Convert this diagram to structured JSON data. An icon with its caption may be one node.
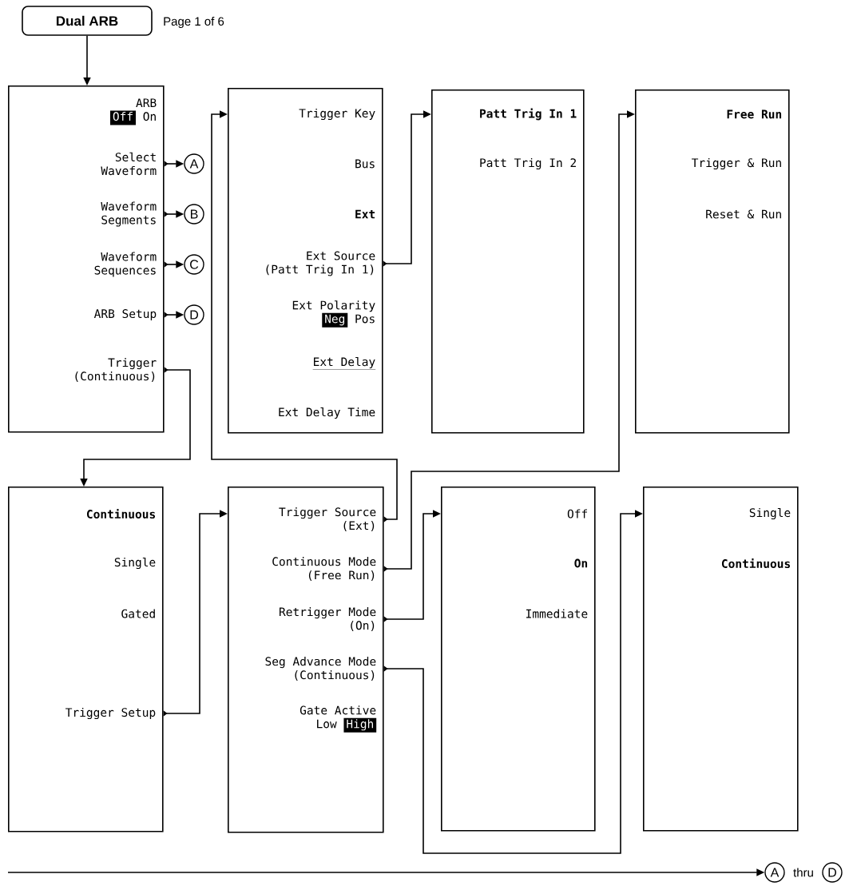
{
  "diagram": {
    "nodes": [
      {
        "text": [
          "Dual ARB"
        ],
        "beside": [
          "Page 1 of 6"
        ]
      },
      {
        "text": [],
        "shape": "box"
      },
      {
        "text": [
          "ARB",
          "Off",
          "On"
        ],
        "in": 1
      },
      {
        "text": [
          "Select Waveform"
        ],
        "in": 1
      },
      {
        "text": [
          "Waveform Segments"
        ],
        "in": 1
      },
      {
        "text": [
          "Waveform Sequences"
        ],
        "in": 1
      },
      {
        "text": [
          "ARB Setup"
        ],
        "in": 1
      },
      {
        "text": [
          "Trigger",
          "(Continuous)"
        ],
        "in": 1
      },
      {
        "text": [
          "A"
        ]
      },
      {
        "text": [
          "B"
        ]
      },
      {
        "text": [
          "C"
        ]
      },
      {
        "text": [
          "D"
        ]
      },
      {
        "text": [],
        "shape": "box"
      },
      {
        "text": [
          "Trigger Key"
        ],
        "in": 12
      },
      {
        "text": [
          "Bus"
        ],
        "in": 12
      },
      {
        "text": [
          "Ext"
        ],
        "in": 12
      },
      {
        "text": [
          "Ext Source",
          "(Patt Trig In 1)"
        ],
        "in": 12
      },
      {
        "text": [
          "Ext Polarity",
          "Neg",
          "Pos"
        ],
        "in": 12
      },
      {
        "text": [
          "Ext Delay"
        ],
        "in": 12
      },
      {
        "text": [
          "Ext Delay Time"
        ],
        "in": 12
      },
      {
        "text": [],
        "shape": "box"
      },
      {
        "text": [
          "Patt Trig In 1"
        ],
        "in": 20
      },
      {
        "text": [
          "Patt Trig In 2"
        ],
        "in": 20
      },
      {
        "text": [],
        "shape": "box"
      },
      {
        "text": [
          "Free Run"
        ],
        "in": 23
      },
      {
        "text": [
          "Trigger & Run"
        ],
        "in": 23
      },
      {
        "text": [
          "Reset & Run"
        ],
        "in": 23
      },
      {
        "text": [],
        "shape": "box"
      },
      {
        "text": [
          "Continuous"
        ],
        "in": 27
      },
      {
        "text": [
          "Single"
        ],
        "in": 27
      },
      {
        "text": [
          "Gated"
        ],
        "in": 27
      },
      {
        "text": [
          "Trigger Setup"
        ],
        "in": 27
      },
      {
        "text": [],
        "shape": "box"
      },
      {
        "text": [
          "Trigger Source",
          "(Ext)"
        ],
        "in": 32
      },
      {
        "text": [
          "Continuous Mode",
          "(Free Run)"
        ],
        "in": 32
      },
      {
        "text": [
          "Retrigger Mode",
          "(On)"
        ],
        "in": 32
      },
      {
        "text": [
          "Seg Advance Mode",
          "(Continuous)"
        ],
        "in": 32
      },
      {
        "text": [
          "Gate Active",
          "Low",
          "High"
        ],
        "in": 32
      },
      {
        "text": [],
        "shape": "box"
      },
      {
        "text": [
          "Off"
        ],
        "in": 38
      },
      {
        "text": [
          "On"
        ],
        "in": 38
      },
      {
        "text": [
          "Immediate"
        ],
        "in": 38
      },
      {
        "text": [],
        "shape": "box"
      },
      {
        "text": [
          "Single"
        ],
        "in": 42
      },
      {
        "text": [
          "Continuous"
        ],
        "in": 42
      },
      {
        "text": [
          "A"
        ]
      },
      {
        "text": [
          "D"
        ]
      }
    ],
    "edges": [
      {
        "from": 0,
        "to": 1,
        "arrow": "to"
      },
      {
        "from": 3,
        "to": 8,
        "arrow": "to"
      },
      {
        "from": 4,
        "to": 9,
        "arrow": "to"
      },
      {
        "from": 5,
        "to": 10,
        "arrow": "to"
      },
      {
        "from": 6,
        "to": 11,
        "arrow": "to"
      },
      {
        "from": 7,
        "to": 27,
        "arrow": "to"
      },
      {
        "from": 16,
        "to": 20,
        "arrow": "to"
      },
      {
        "from": 31,
        "to": 32,
        "arrow": "to"
      },
      {
        "from": 33,
        "to": 12,
        "arrow": "to"
      },
      {
        "from": 34,
        "to": 23,
        "arrow": "to"
      },
      {
        "from": 35,
        "to": 38,
        "arrow": "to"
      },
      {
        "from": 36,
        "to": 42,
        "arrow": "to"
      },
      {
        "from": null,
        "to": 45,
        "arrow": "to"
      }
    ],
    "labels": [
      "thru"
    ]
  }
}
